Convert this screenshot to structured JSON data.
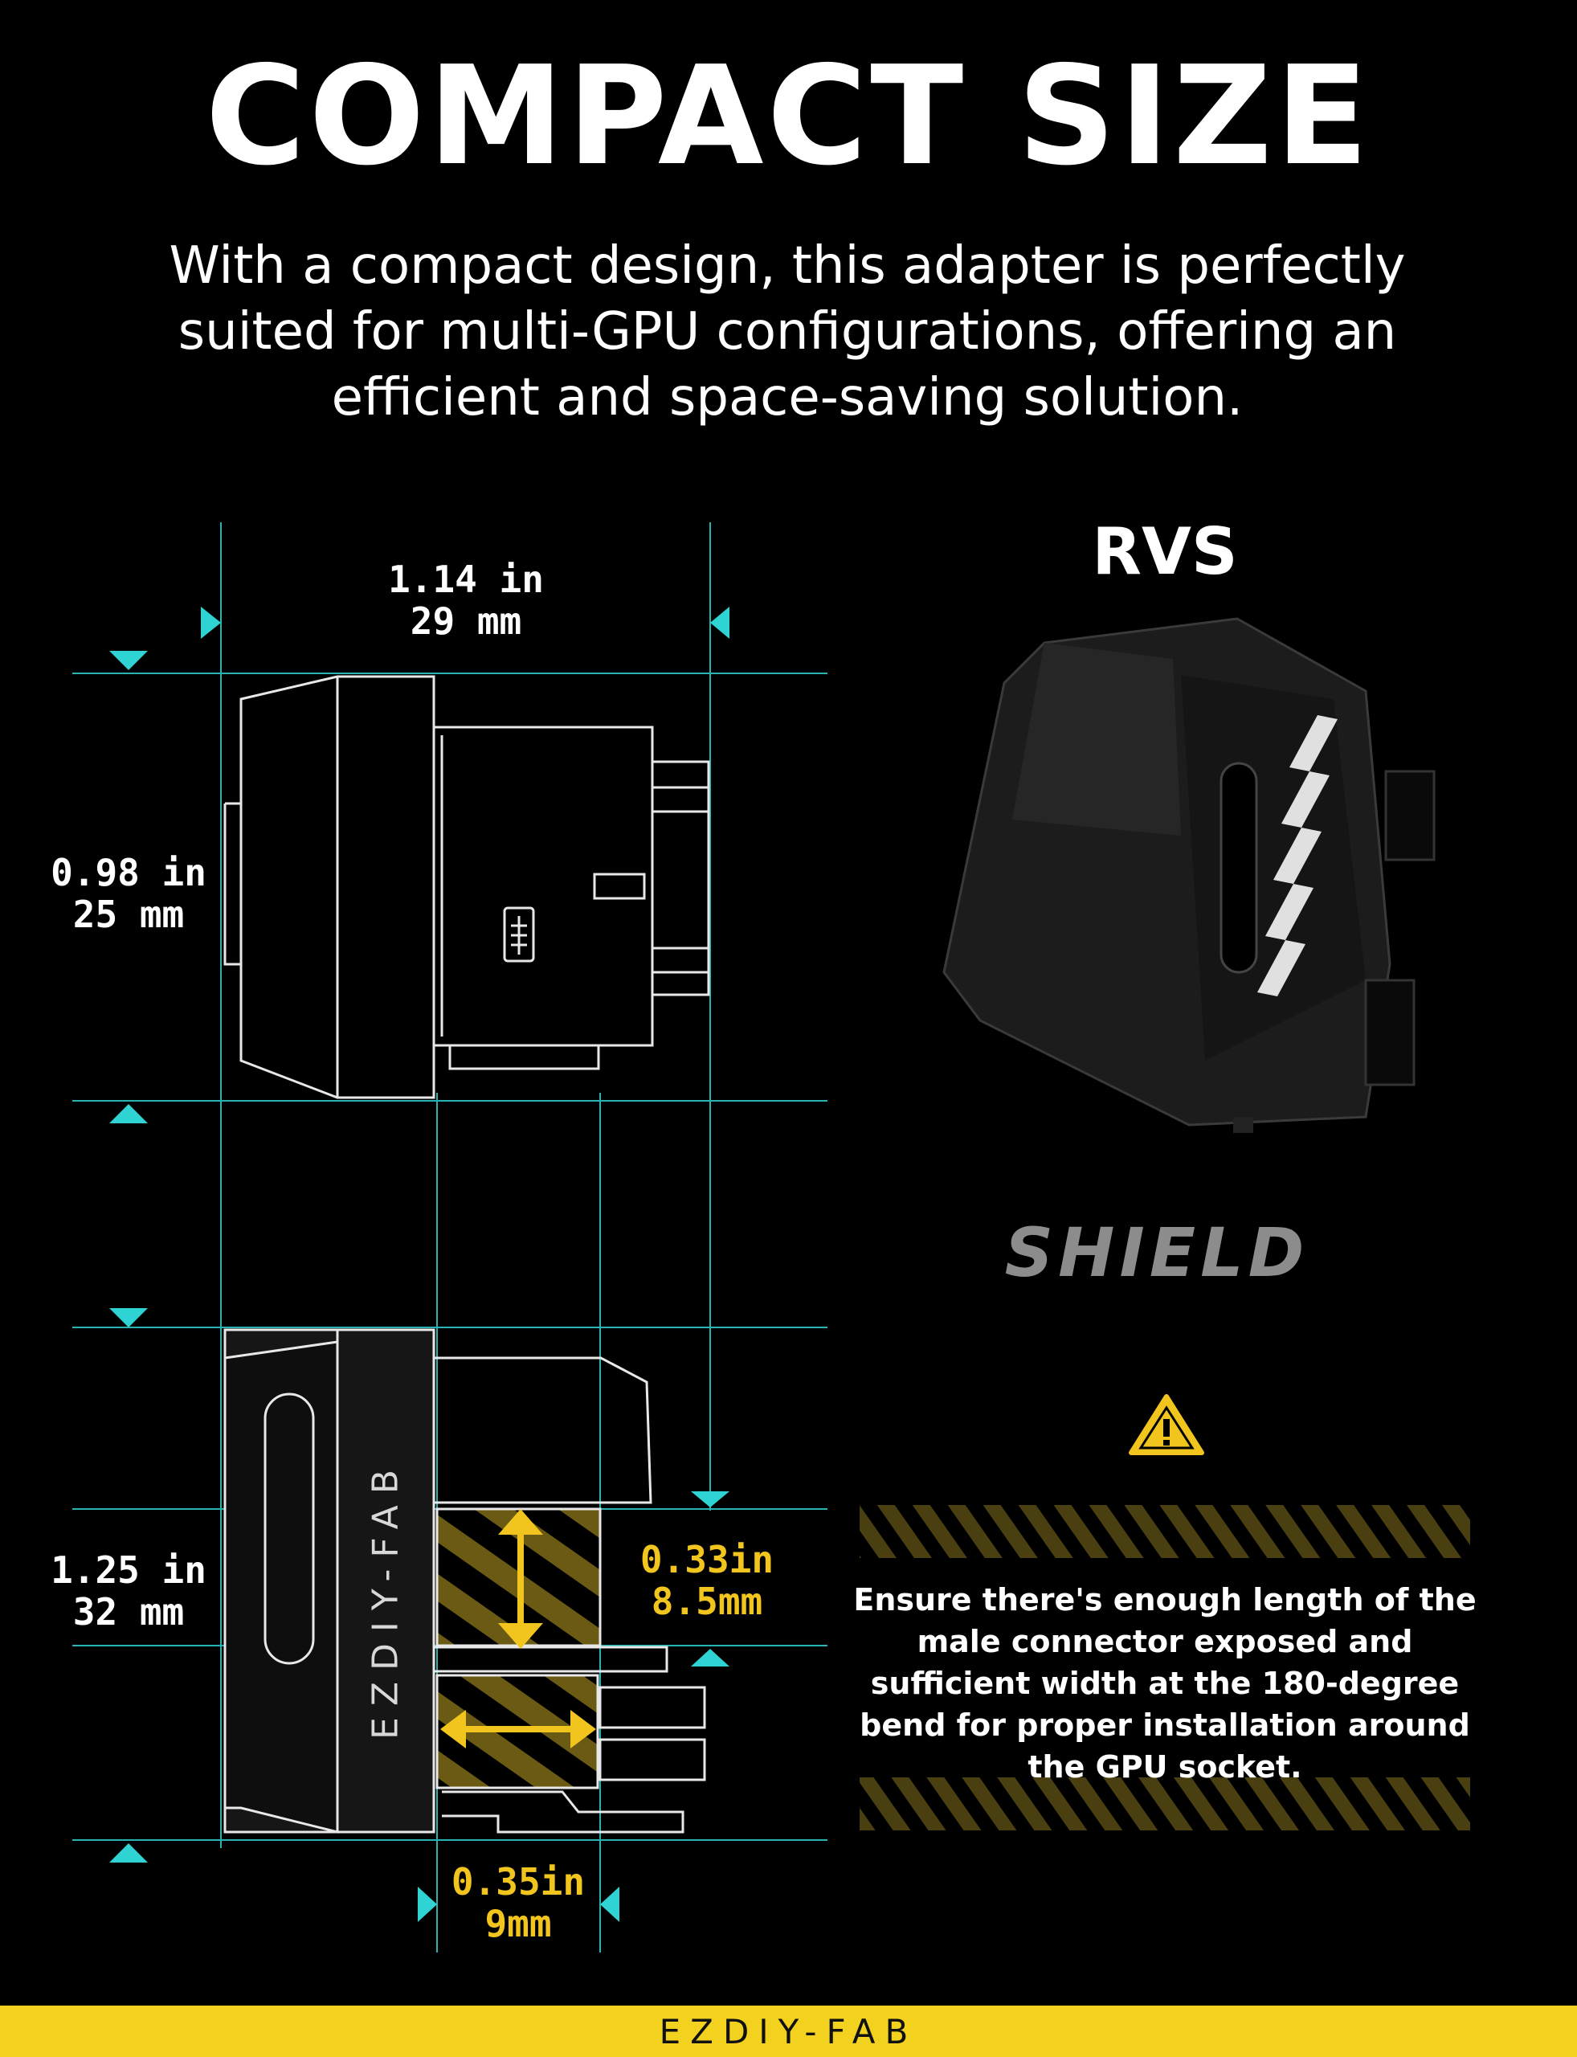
{
  "header": {
    "title": "COMPACT SIZE",
    "subtitle": "With a compact design, this adapter is perfectly suited for multi-GPU configurations, offering an efficient and space-saving solution."
  },
  "dimensions": {
    "width": {
      "in": "1.14 in",
      "mm": "29 mm"
    },
    "height_top": {
      "in": "0.98 in",
      "mm": "25 mm"
    },
    "height_bottom": {
      "in": "1.25 in",
      "mm": "32 mm"
    },
    "gap_vertical": {
      "in": "0.33in",
      "mm": "8.5mm"
    },
    "gap_horizontal": {
      "in": "0.35in",
      "mm": "9mm"
    }
  },
  "product": {
    "name": "RVS",
    "series": "SHIELD",
    "side_label": "EZDIY-FAB"
  },
  "warning": {
    "icon": "warning-triangle-icon",
    "text": "Ensure there's enough length of the male connector exposed and sufficient width at the 180-degree bend for proper installation around the GPU socket."
  },
  "footer": {
    "brand": "EZDIY-FAB"
  },
  "colors": {
    "guide_line": "#2fd3d3",
    "accent_yellow": "#f2c51e",
    "footer_bar": "#f2d21e",
    "background": "#000000"
  }
}
